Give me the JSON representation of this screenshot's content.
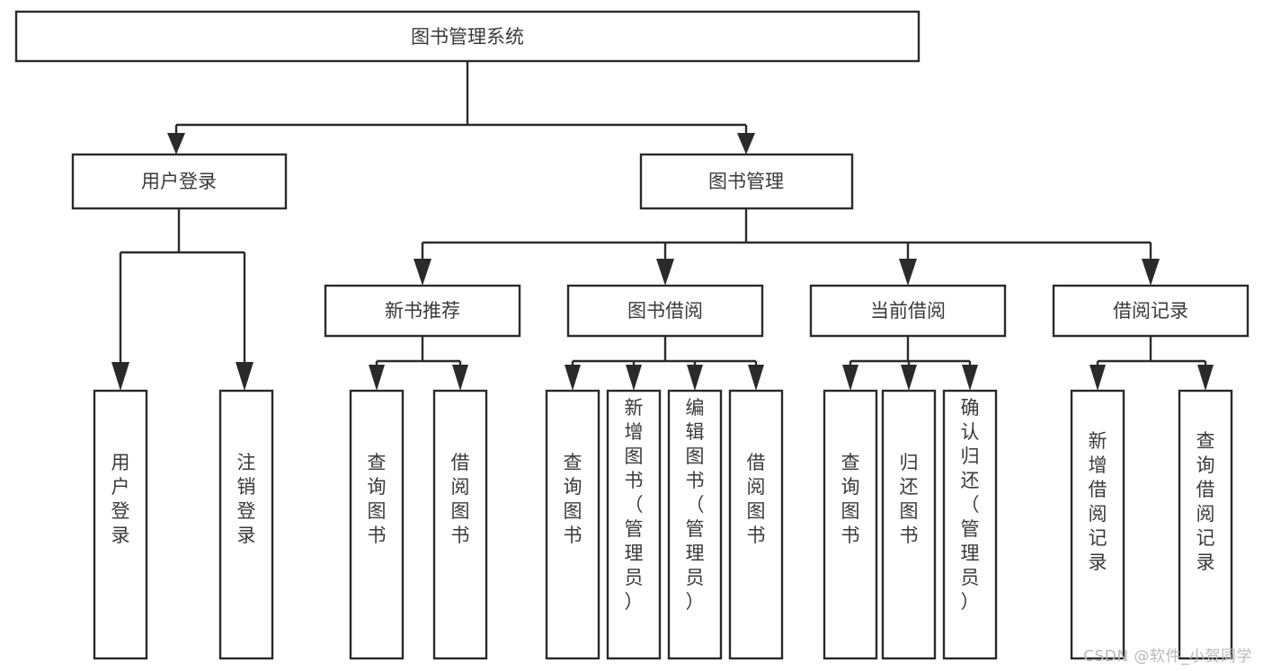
{
  "diagram": {
    "type": "tree-hierarchy",
    "title": "图书管理系统",
    "orientation": "top-down",
    "colors": {
      "box_stroke": "#2a2a2a",
      "box_fill": "#ffffff",
      "text": "#3a3a3a",
      "connector": "#2a2a2a",
      "watermark": "#b9b9b9",
      "background": "#ffffff"
    },
    "root": {
      "id": "root",
      "label": "图书管理系统"
    },
    "level2": [
      {
        "id": "user-login",
        "label": "用户登录"
      },
      {
        "id": "book-manage",
        "label": "图书管理"
      }
    ],
    "level3": [
      {
        "id": "new-book-recommend",
        "label": "新书推荐",
        "parent": "book-manage"
      },
      {
        "id": "book-borrow",
        "label": "图书借阅",
        "parent": "book-manage"
      },
      {
        "id": "current-borrow",
        "label": "当前借阅",
        "parent": "book-manage"
      },
      {
        "id": "borrow-record",
        "label": "借阅记录",
        "parent": "book-manage"
      }
    ],
    "leaves": {
      "user-login": [
        {
          "id": "leaf-user-login",
          "label": "用户登录"
        },
        {
          "id": "leaf-user-logout",
          "label": "注销登录"
        }
      ],
      "new-book-recommend": [
        {
          "id": "leaf-query-book-1",
          "label": "查询图书"
        },
        {
          "id": "leaf-borrow-book-1",
          "label": "借阅图书"
        }
      ],
      "book-borrow": [
        {
          "id": "leaf-query-book-2",
          "label": "查询图书"
        },
        {
          "id": "leaf-add-book",
          "label": "新增图书（管理员）"
        },
        {
          "id": "leaf-edit-book",
          "label": "编辑图书（管理员）"
        },
        {
          "id": "leaf-borrow-book-2",
          "label": "借阅图书"
        }
      ],
      "current-borrow": [
        {
          "id": "leaf-query-book-3",
          "label": "查询图书"
        },
        {
          "id": "leaf-return-book",
          "label": "归还图书"
        },
        {
          "id": "leaf-confirm-return",
          "label": "确认归还（管理员）"
        }
      ],
      "borrow-record": [
        {
          "id": "leaf-add-record",
          "label": "新增借阅记录"
        },
        {
          "id": "leaf-query-record",
          "label": "查询借阅记录"
        }
      ]
    }
  },
  "watermark": {
    "text": "CSDN @软件_小贺同学"
  }
}
